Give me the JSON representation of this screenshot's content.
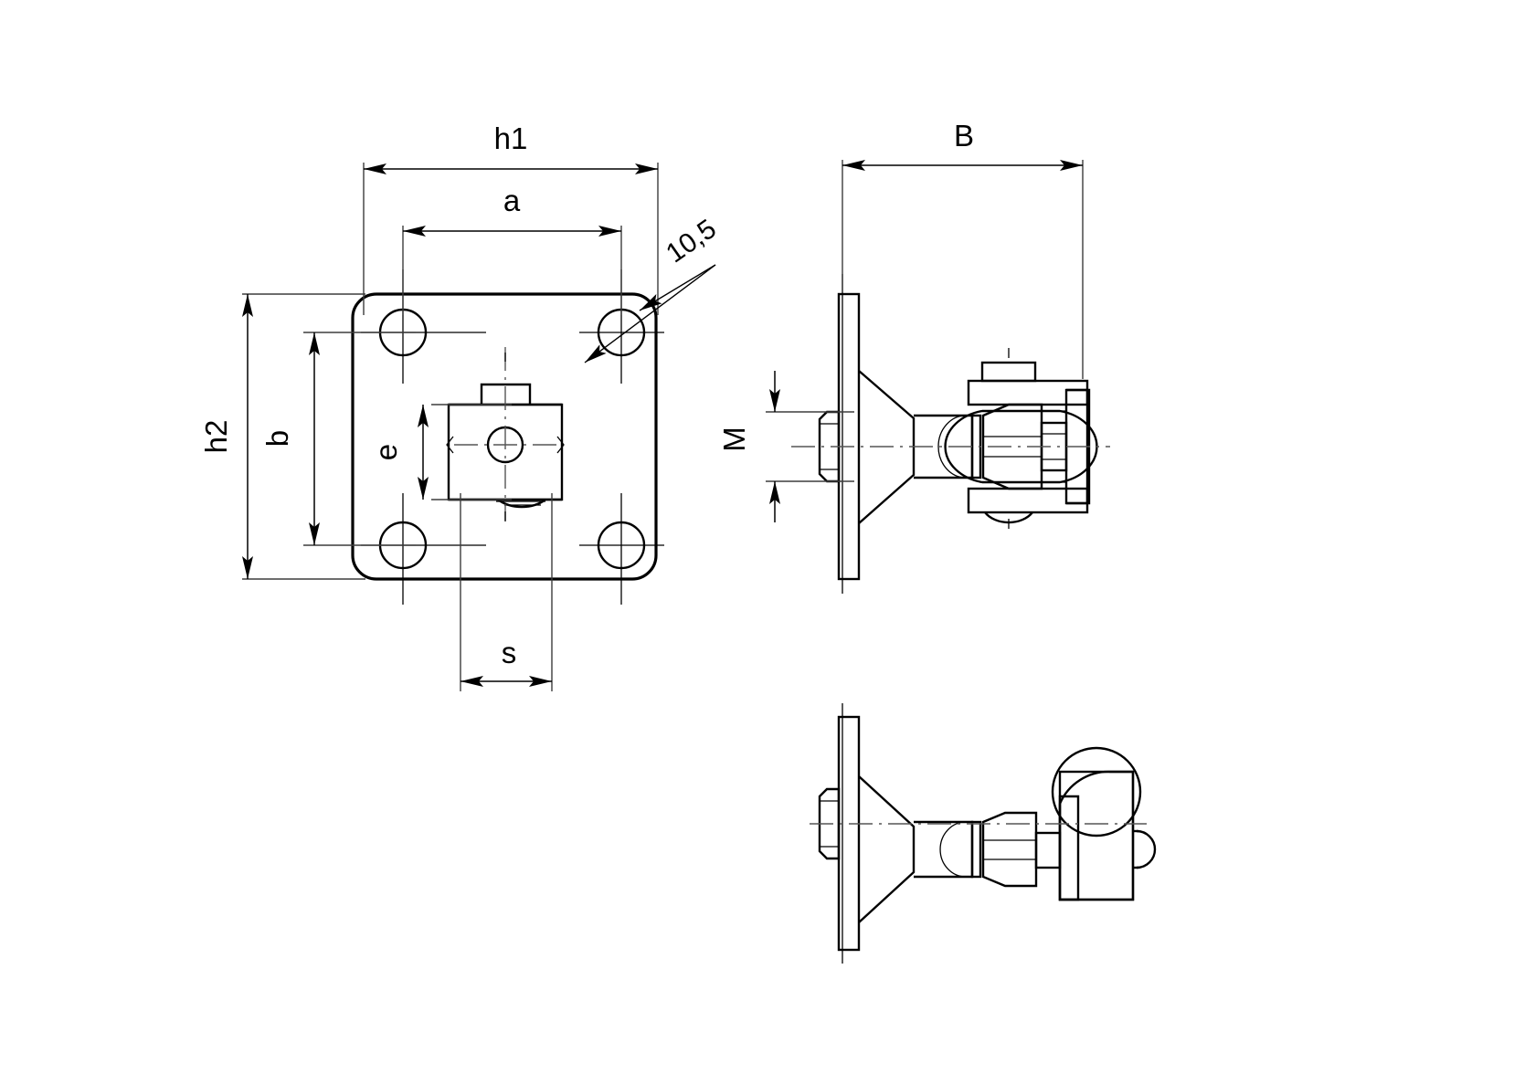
{
  "drawing": {
    "title": "Swivel bracket / ball joint mount — technical drawing",
    "background_color": "#ffffff",
    "line_color": "#000000",
    "dimension_labels": {
      "h1": "h1",
      "a": "a",
      "h2": "h2",
      "b": "b",
      "e": "e",
      "s": "s",
      "hole_diameter": "10,5",
      "B": "B",
      "M": "M"
    },
    "views": [
      {
        "name": "front-view",
        "description": "Square mounting plate with four corner holes and central swivel block"
      },
      {
        "name": "side-view",
        "description": "Side elevation showing bolt, flange, hex nut and ball joint yoke"
      },
      {
        "name": "bottom-view",
        "description": "Lower elevation showing bolt, flange, hex nut and ball joint housing"
      }
    ]
  }
}
